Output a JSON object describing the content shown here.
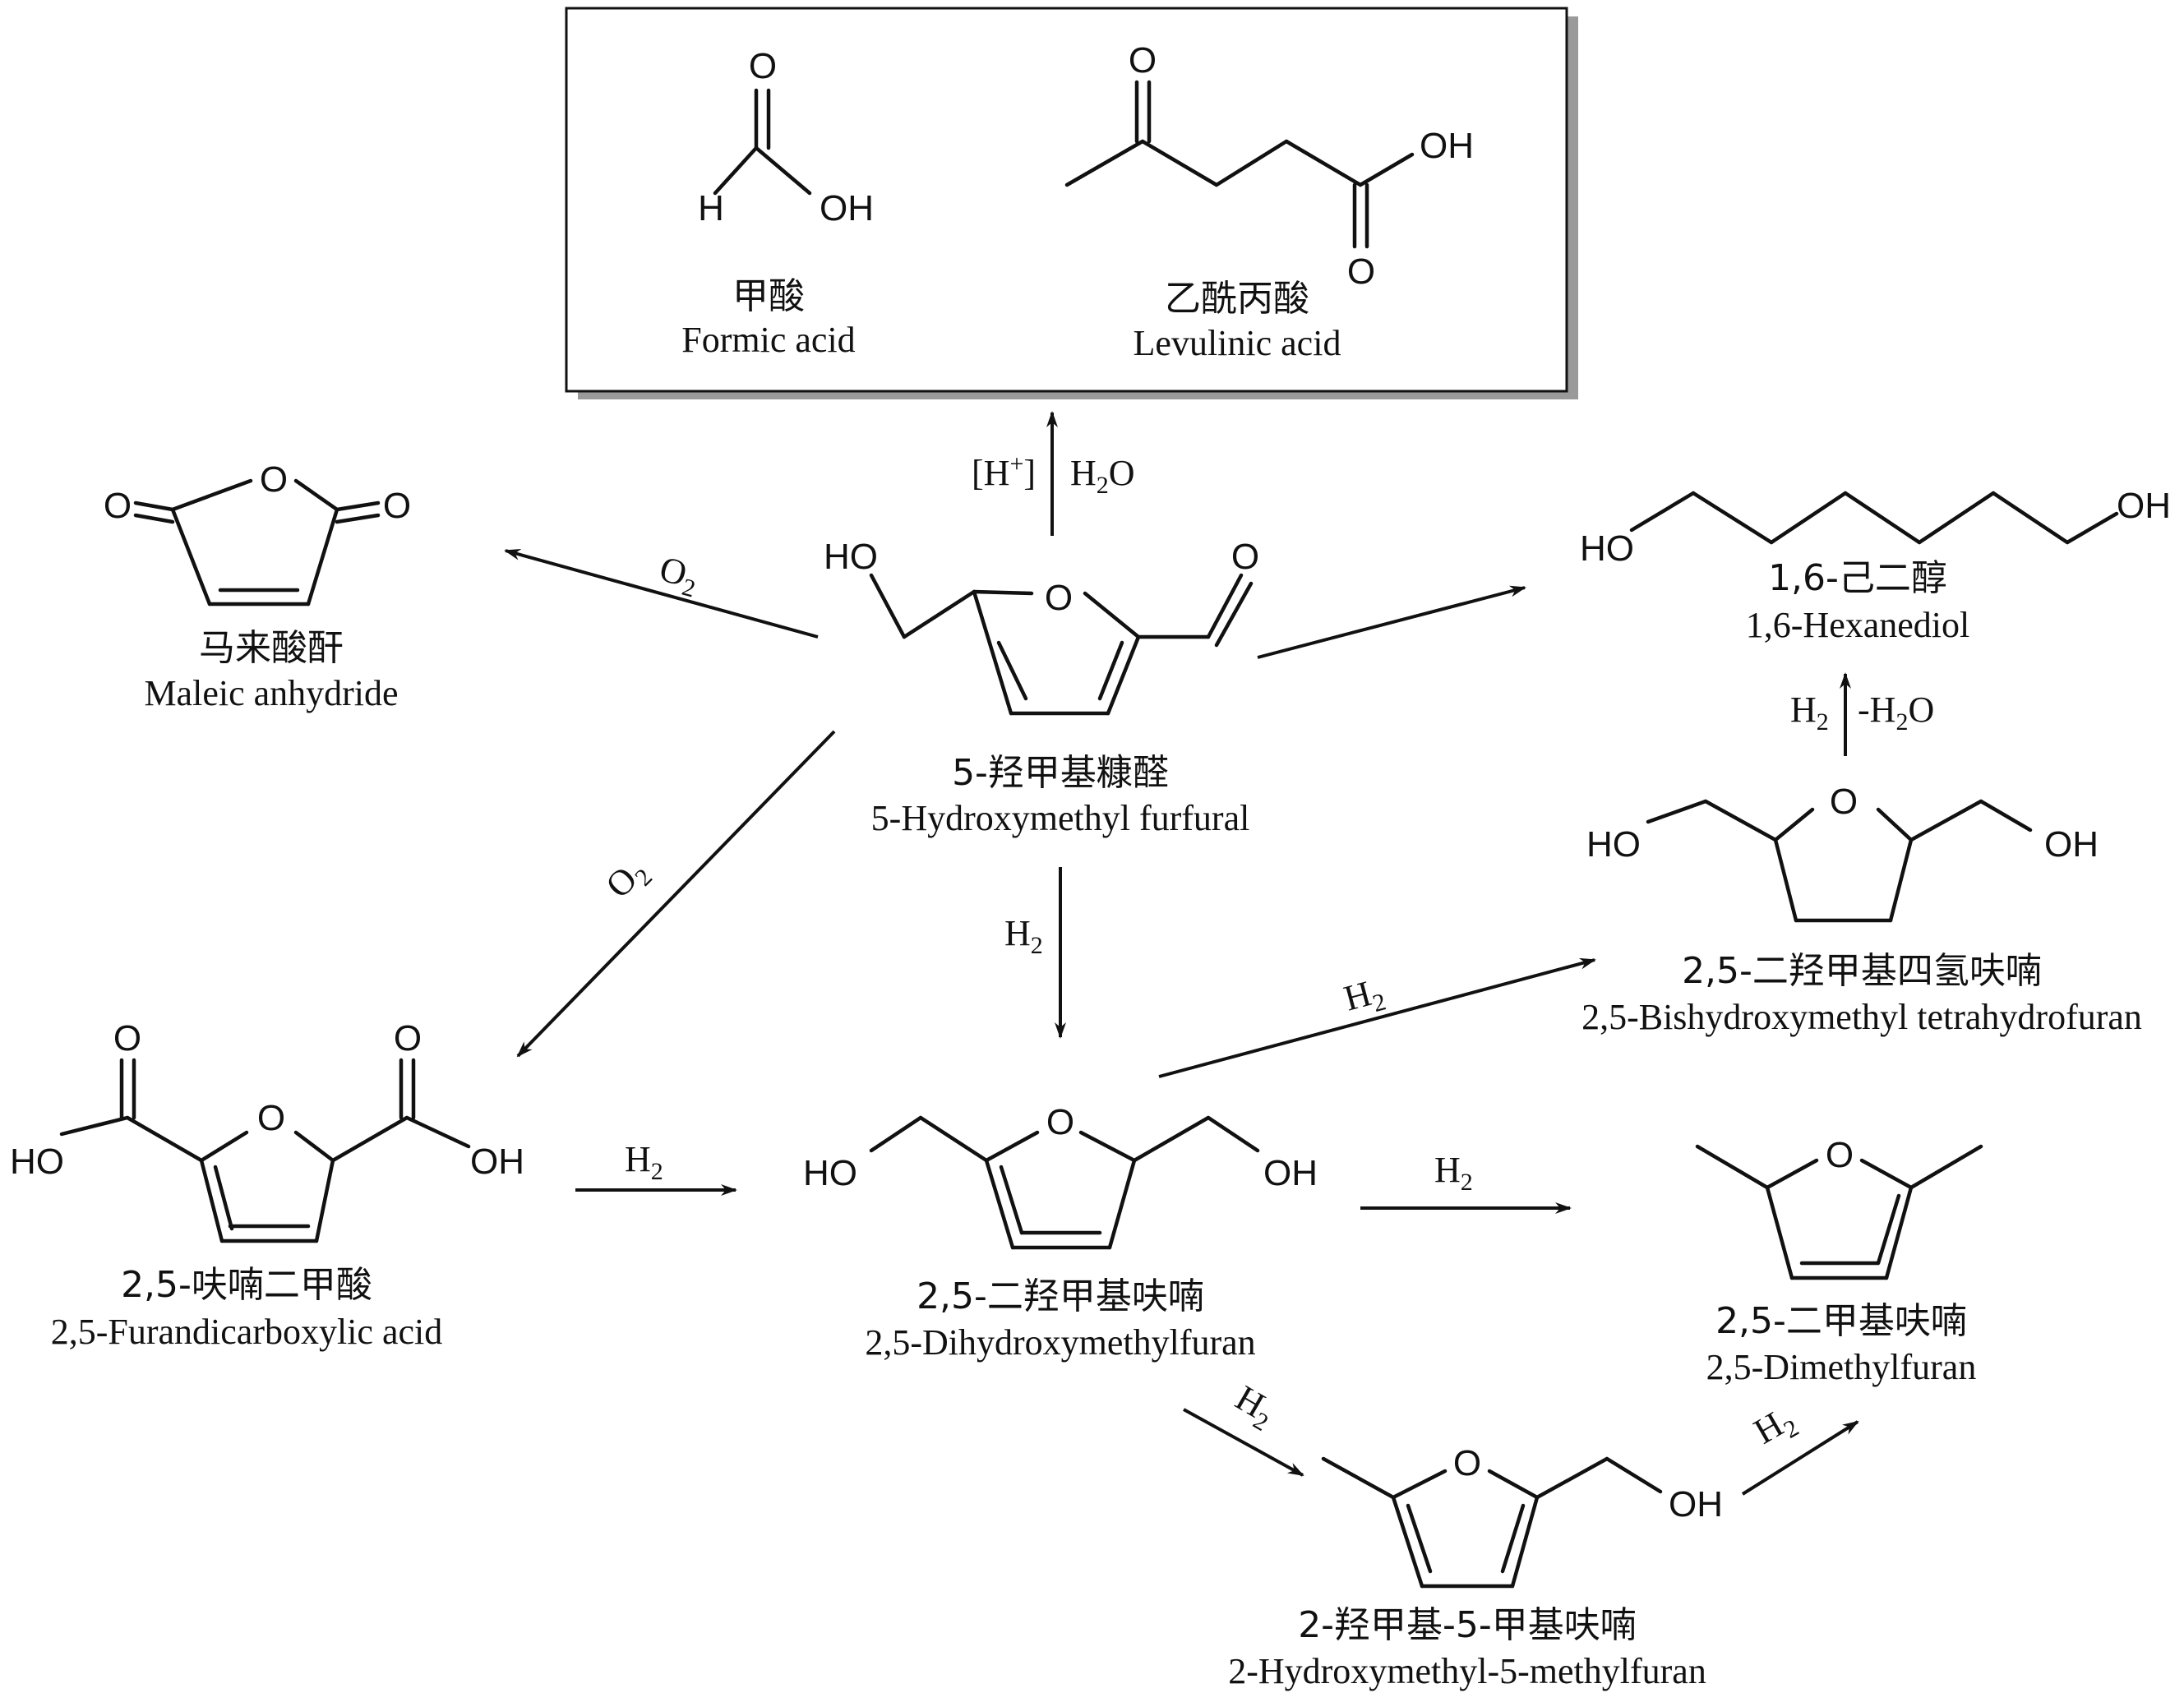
{
  "center": {
    "cn": "5-羟甲基糠醛",
    "en": "5-Hydroxymethyl furfural",
    "atoms": {
      "oh": "HO",
      "ring_o": "O",
      "cho_o": "O"
    }
  },
  "box": {
    "formic": {
      "cn": "甲酸",
      "en": "Formic acid",
      "atoms": {
        "o": "O",
        "h": "H",
        "oh": "OH"
      }
    },
    "levulinic": {
      "cn": "乙酰丙酸",
      "en": "Levulinic acid",
      "atoms": {
        "o1": "O",
        "oh": "OH",
        "o2": "O"
      }
    }
  },
  "maleic": {
    "cn": "马来酸酐",
    "en": "Maleic anhydride",
    "atoms": {
      "o_ring": "O",
      "o_left": "O",
      "o_right": "O"
    }
  },
  "hexanediol": {
    "cn": "1,6-己二醇",
    "en": "1,6-Hexanediol",
    "atoms": {
      "ho": "HO",
      "oh": "OH"
    }
  },
  "bhmthf": {
    "cn": "2,5-二羟甲基四氢呋喃",
    "en": "2,5-Bishydroxymethyl tetrahydrofuran",
    "atoms": {
      "ho": "HO",
      "o": "O",
      "oh": "OH"
    }
  },
  "fdca": {
    "cn": "2,5-呋喃二甲酸",
    "en": "2,5-Furandicarboxylic acid",
    "atoms": {
      "ho": "HO",
      "o_ring": "O",
      "oh": "OH",
      "o_left": "O",
      "o_right": "O"
    }
  },
  "dhmf": {
    "cn": "2,5-二羟甲基呋喃",
    "en": "2,5-Dihydroxymethylfuran",
    "atoms": {
      "ho": "HO",
      "o": "O",
      "oh": "OH"
    }
  },
  "dmf": {
    "cn": "2,5-二甲基呋喃",
    "en": "2,5-Dimethylfuran",
    "atoms": {
      "o": "O"
    }
  },
  "hmmf": {
    "cn": "2-羟甲基-5-甲基呋喃",
    "en": "2-Hydroxymethyl-5-methylfuran",
    "atoms": {
      "o": "O",
      "oh": "OH"
    }
  },
  "reagents": {
    "acid_left": "[H",
    "acid_sup": "+",
    "acid_close": "]",
    "water_H": "H",
    "water_sub": "2",
    "water_O": "O",
    "o2_O": "O",
    "o2_sub": "2",
    "h2_H": "H",
    "h2_sub": "2",
    "minus_water_pre": "-H",
    "minus_water_sub": "2",
    "minus_water_O": "O"
  }
}
